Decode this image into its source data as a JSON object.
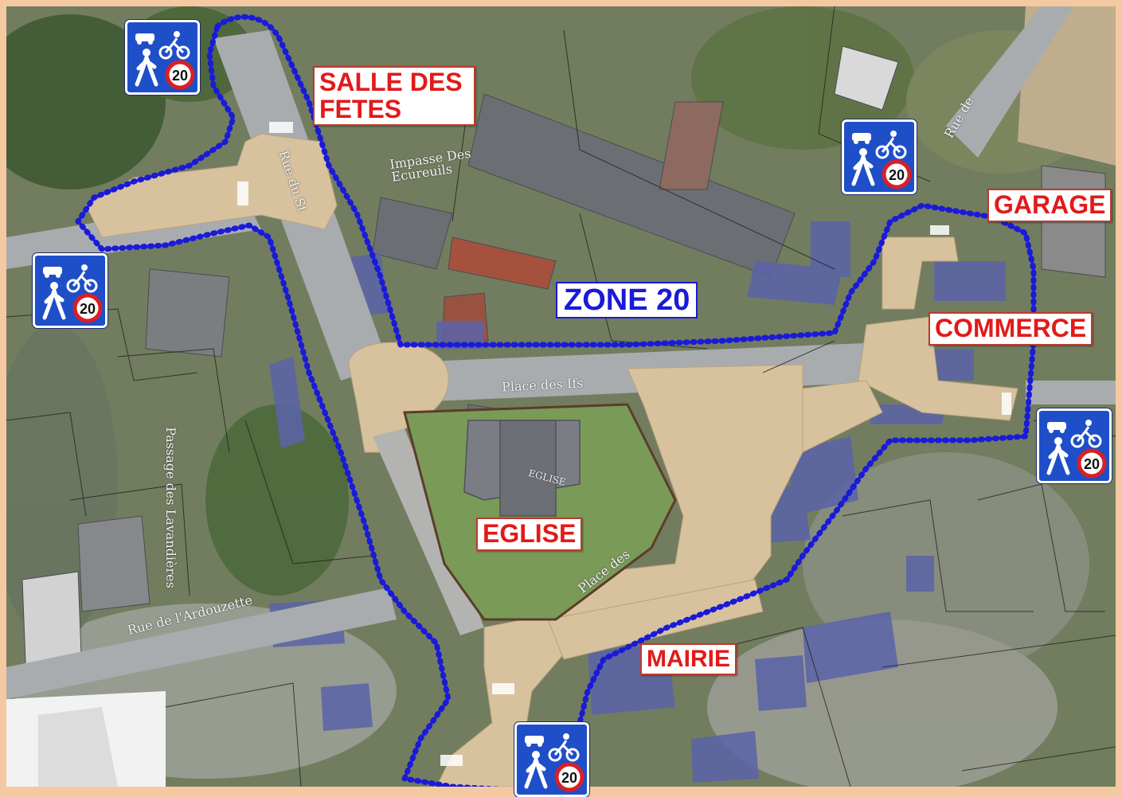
{
  "labels": {
    "salle_des_fetes": "SALLE DES FETES",
    "garage": "GARAGE",
    "zone20": "ZONE 20",
    "commerce": "COMMERCE",
    "eglise": "EGLISE",
    "mairie": "MAIRIE"
  },
  "streets": {
    "impasse": "Impasse Des Ecureuils",
    "rue_du_st": "Rue du St",
    "place_des_ifs": "Place des Ifs",
    "place_des": "Place des",
    "passage": "Passage des Lavandières",
    "rue_ardouzette": "Rue de l'Ardouzette",
    "rue_de": "Rue de",
    "eglise_small": "EGLISE"
  },
  "sign": {
    "speed": "20"
  },
  "colors": {
    "zone_border": "#1a1ad8",
    "label_text": "#e21a1a",
    "sign_blue": "#1f4fc8",
    "paving": "#d8c29e",
    "building_blue": "#5a63a8"
  }
}
